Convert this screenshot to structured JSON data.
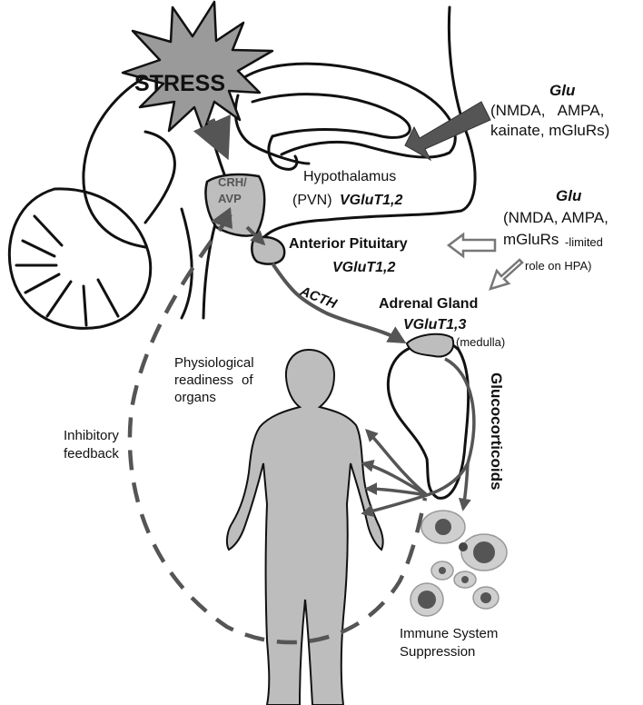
{
  "stress": "STRESS",
  "crh": "CRH/",
  "avp": "AVP",
  "hypothalamus": "Hypothalamus",
  "pvn": "(PVN)",
  "vglut_hypo": "VGluT1,2",
  "glu_top": {
    "title": "Glu",
    "line1": "(NMDA,   AMPA,",
    "line2": "kainate, mGluRs)"
  },
  "glu_mid": {
    "title": "Glu",
    "line1": "(NMDA, AMPA,",
    "line2a": "mGluRs",
    "line2b": "-limited",
    "line3": "role on HPA)"
  },
  "anterior_pituitary": "Anterior Pituitary",
  "vglut_pit": "VGluT1,2",
  "acth": "ACTH",
  "adrenal_gland": "Adrenal Gland",
  "vglut_adrenal": "VGluT1,3",
  "medulla": "(medulla)",
  "physiological": [
    "Physiological",
    "readiness",
    "of",
    "organs"
  ],
  "glucocorticoids": "Glucocorticoids",
  "inhibitory": [
    "Inhibitory",
    "feedback"
  ],
  "immune": [
    "Immune System",
    "Suppression"
  ],
  "colors": {
    "line": "#111111",
    "arrow_dark": "#555555",
    "arrow_mid": "#666666",
    "fill_gray": "#bdbdbd",
    "fill_light": "#cfcfcf",
    "dash": "#555555"
  }
}
